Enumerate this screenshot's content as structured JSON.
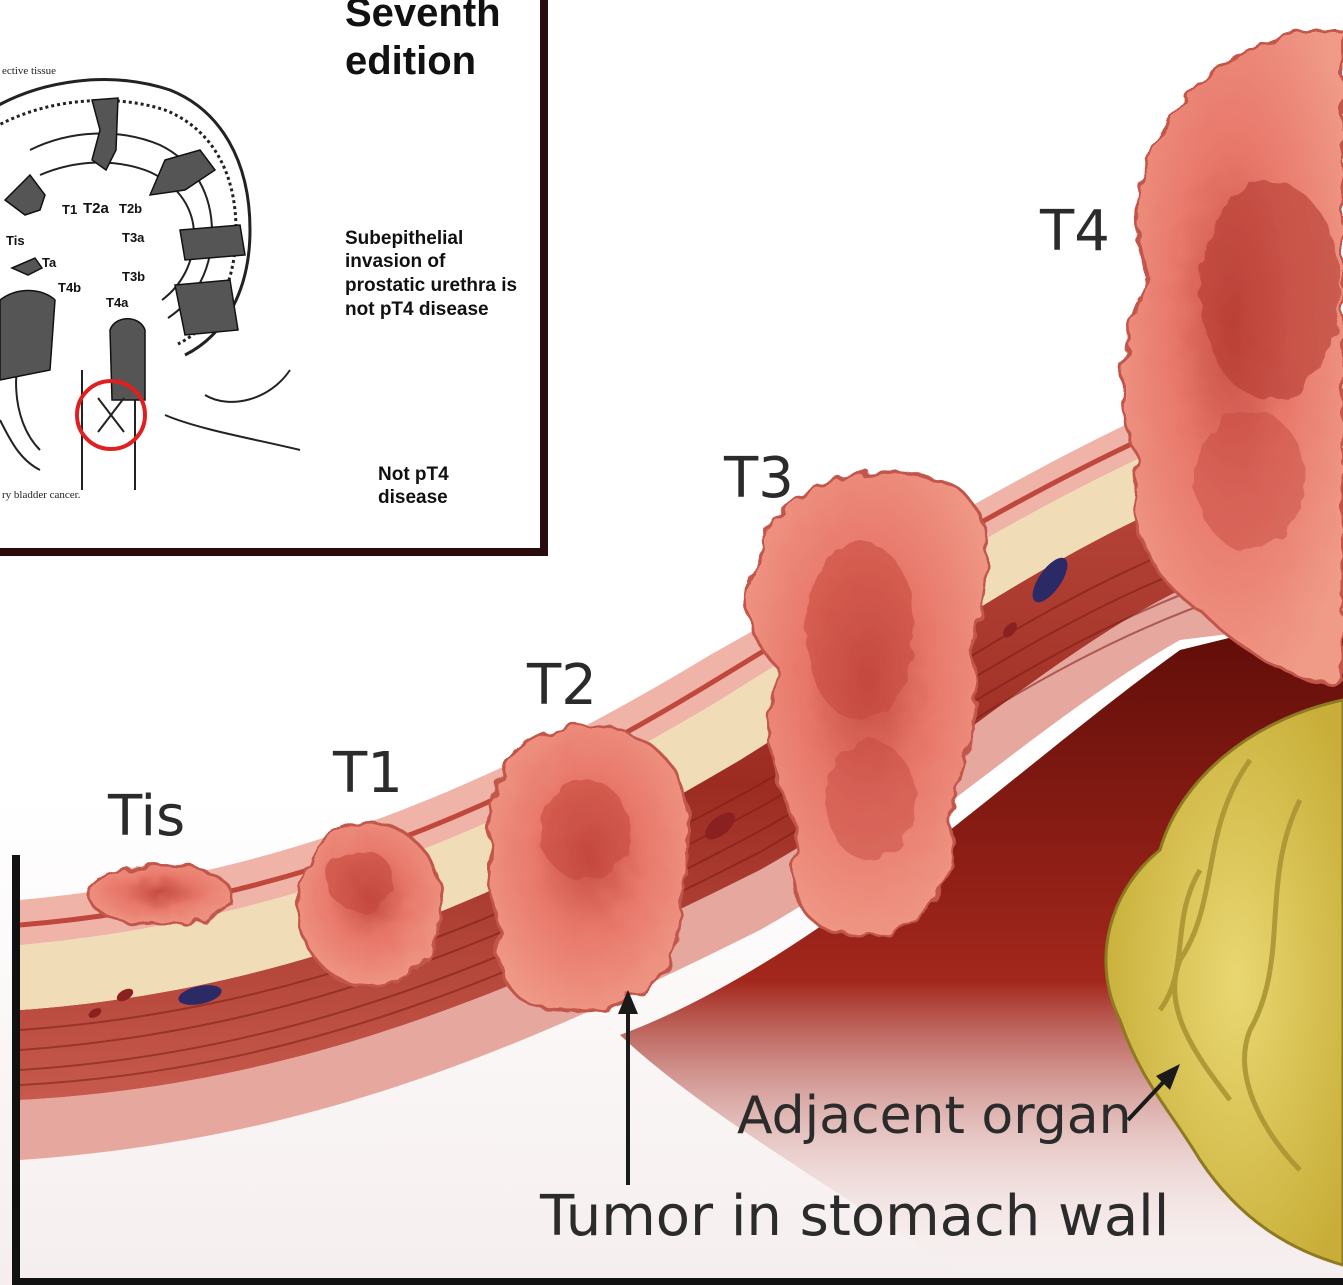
{
  "inset": {
    "heading_line1": "Seventh",
    "heading_line2": "edition",
    "note_lines": [
      "Subepithelial",
      "invasion of",
      "prostatic urethra is",
      "not pT4 disease"
    ],
    "crossed_label_lines": [
      "Not pT4",
      "disease"
    ],
    "caption_top": "ective tissue",
    "caption_bottom": "ry bladder cancer.",
    "stage_labels": {
      "t1": "T1",
      "t2a": "T2a",
      "t2b": "T2b",
      "tis": "Tis",
      "ta": "Ta",
      "t3a": "T3a",
      "t3b": "T3b",
      "t4a": "T4a",
      "t4b": "T4b"
    },
    "highlight_color": "#e02020"
  },
  "main": {
    "stage_labels": {
      "tis": "Tis",
      "t1": "T1",
      "t2": "T2",
      "t3": "T3",
      "t4": "T4"
    },
    "callouts": {
      "adjacent_organ": "Adjacent organ",
      "tumor_wall": "Tumor in stomach wall"
    },
    "colors": {
      "tumor": "#e8786a",
      "muscle": "#a8332a",
      "submucosa": "#f1dcb8",
      "organ": "#d8c24a"
    }
  }
}
